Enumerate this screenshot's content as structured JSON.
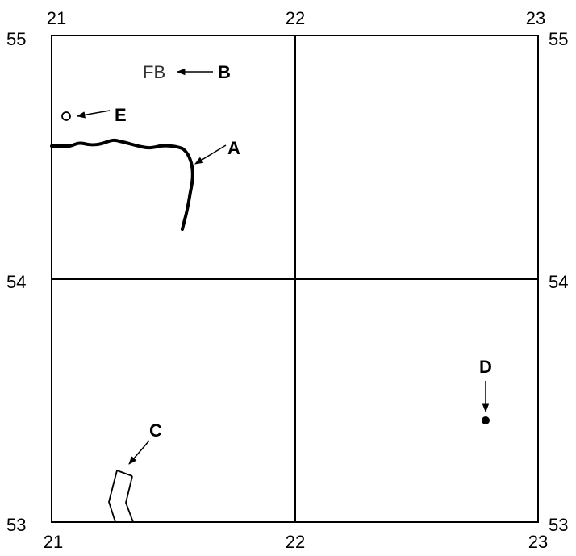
{
  "grid": {
    "top_labels": [
      "21",
      "22",
      "23"
    ],
    "bottom_labels": [
      "21",
      "22",
      "23"
    ],
    "left_labels": [
      "55",
      "54",
      "53"
    ],
    "right_labels": [
      "55",
      "54",
      "53"
    ]
  },
  "features": {
    "fb_symbol": "FB",
    "callouts": {
      "A": "A",
      "B": "B",
      "C": "C",
      "D": "D",
      "E": "E"
    }
  },
  "colors": {
    "line": "#000000",
    "symbol_text": "#333333"
  }
}
